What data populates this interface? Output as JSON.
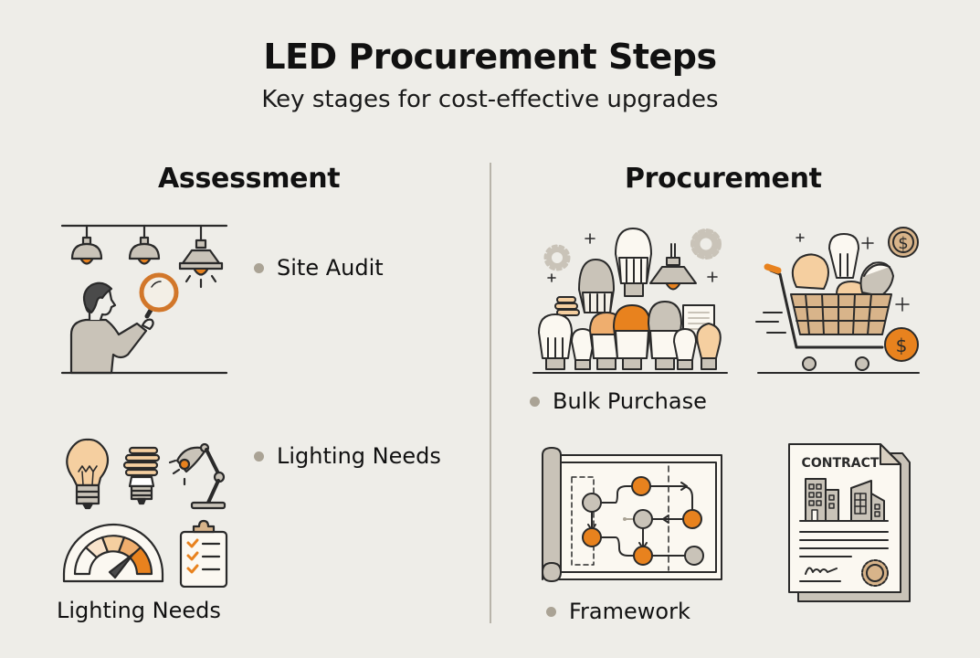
{
  "header": {
    "title": "LED Procurement Steps",
    "subtitle": "Key stages for cost-effective upgrades"
  },
  "sections": [
    {
      "heading": "Assessment",
      "items": [
        {
          "label": "Site Audit",
          "illustration": "site-audit-illustration",
          "bullet": true
        },
        {
          "label": "Lighting Needs",
          "illustration": "lighting-needs-illustration",
          "bullet": true
        },
        {
          "label": "Lighting Needs",
          "illustration": null,
          "bullet": false
        }
      ]
    },
    {
      "heading": "Procurement",
      "items": [
        {
          "label": "Bulk Purchase",
          "illustration": "bulk-purchase-illustration",
          "bullet": true
        },
        {
          "label": "Framework",
          "illustration": "framework-illustration",
          "bullet": true
        }
      ]
    }
  ],
  "illustrations": {
    "contract_text": "CONTRACT",
    "currency_symbol": "$"
  },
  "colors": {
    "background": "#eeede8",
    "accent_orange": "#e8821e",
    "light_orange": "#f5cfa0",
    "tan": "#d8b48a",
    "warm_gray": "#c9c3b8",
    "line": "#2a2a2a",
    "bullet": "#aaa395",
    "divider": "#b8b4aa"
  }
}
